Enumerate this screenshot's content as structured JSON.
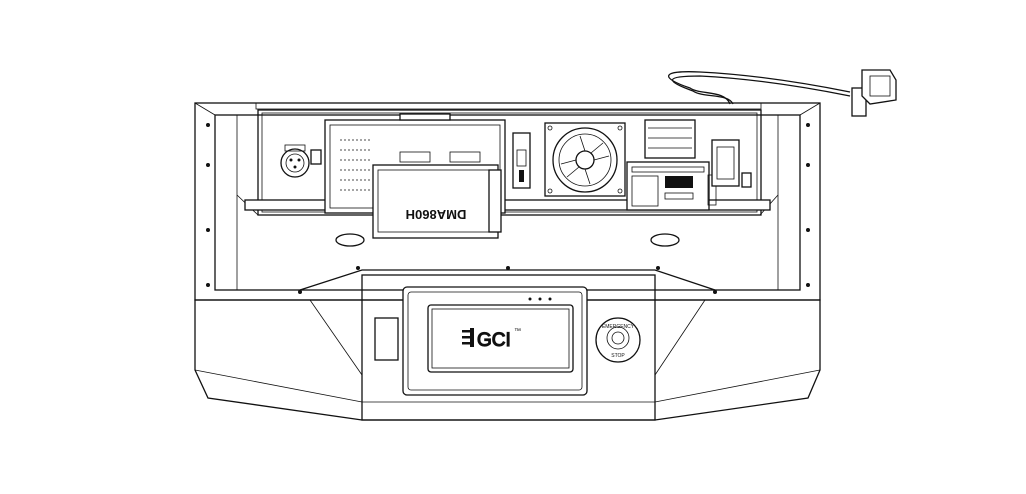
{
  "drawing": {
    "driver_label": "DMA860H",
    "display_logo": "GCI",
    "display_logo_mark": "™",
    "estop_label_top": "EMERGENCY",
    "estop_label_bottom": "STOP"
  }
}
